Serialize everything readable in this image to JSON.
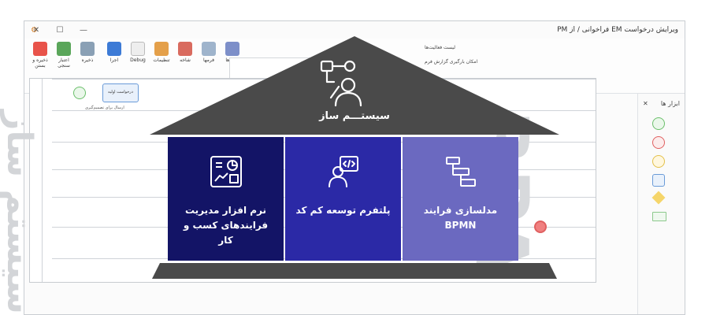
{
  "window": {
    "title": "ویرایش درخواست EM فراخوانی / از PM",
    "minimize": "—",
    "maximize": "☐",
    "close": "✕"
  },
  "ribbon": {
    "items": [
      {
        "label": "ذخیره و بستن"
      },
      {
        "label": "اعتبار سنجی"
      },
      {
        "label": "ذخیره"
      },
      {
        "label": "اجرا"
      },
      {
        "label": "Debug"
      },
      {
        "label": "تنظیمات"
      },
      {
        "label": "شاخه"
      },
      {
        "label": "فرمها"
      },
      {
        "label": "نقش‌ها"
      }
    ],
    "list_activities": "لیست فعالیت‌ها",
    "report_bookmarks": "امکان بارگیری گزارش فرم"
  },
  "tools": {
    "title": "ابزار ها",
    "close": "✕"
  },
  "diagram": {
    "task1": "درخواست اولیه",
    "task1_note": "ارسال برای تصمیم‌گیری"
  },
  "watermarks": {
    "rpa": "RPA",
    "fa": "سیستم ساز"
  },
  "house": {
    "roof_title": "سیستـــم ساز",
    "pillars": [
      {
        "label": "نرم افزار مدیریت فرایندهای کسب و کار"
      },
      {
        "label": "پلتفرم توسعه کم کد"
      },
      {
        "label": "مدلسازی فرایند BPMN"
      }
    ]
  },
  "colors": {
    "roof": "#4a4a4a",
    "pillar_1": "#131466",
    "pillar_2": "#2b29a6",
    "pillar_3": "#6b69c0"
  }
}
